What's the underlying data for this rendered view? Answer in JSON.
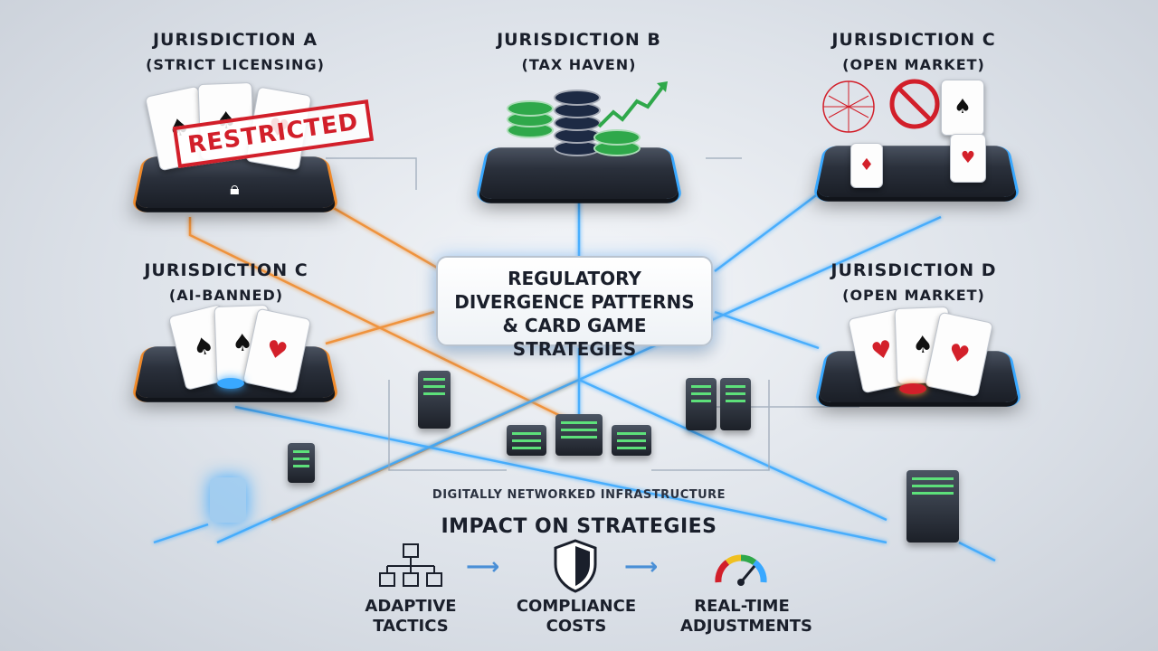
{
  "nodes": [
    {
      "id": "a",
      "title": "JURISDICTION A",
      "subtitle": "(STRICT LICENSING)",
      "stamp": "RESTRICTED"
    },
    {
      "id": "b",
      "title": "JURISDICTION B",
      "subtitle": "(TAX HAVEN)"
    },
    {
      "id": "c1",
      "title": "JURISDICTION C",
      "subtitle": "(OPEN MARKET)"
    },
    {
      "id": "c2",
      "title": "JURISDICTION C",
      "subtitle": "(AI-BANNED)"
    },
    {
      "id": "d",
      "title": "JURISDICTION D",
      "subtitle": "(OPEN MARKET)"
    }
  ],
  "center": {
    "line1": "REGULATORY",
    "line2": "DIVERGENCE PATTERNS",
    "line3": "& CARD GAME STRATEGIES"
  },
  "infrastructure_label": "DIGITALLY NETWORKED INFRASTRUCTURE",
  "impact": {
    "title": "IMPACT ON STRATEGIES",
    "steps": [
      {
        "line1": "ADAPTIVE",
        "line2": "TACTICS",
        "icon": "hierarchy-icon"
      },
      {
        "line1": "COMPLIANCE",
        "line2": "COSTS",
        "icon": "shield-icon"
      },
      {
        "line1": "REAL-TIME",
        "line2": "ADJUSTMENTS",
        "icon": "gauge-icon"
      }
    ]
  },
  "colors": {
    "accent_blue": "#39a8ff",
    "accent_orange": "#f08a2a",
    "restricted_red": "#d21f2a",
    "chip_green": "#2fa84a",
    "chip_navy": "#1d2a44"
  }
}
